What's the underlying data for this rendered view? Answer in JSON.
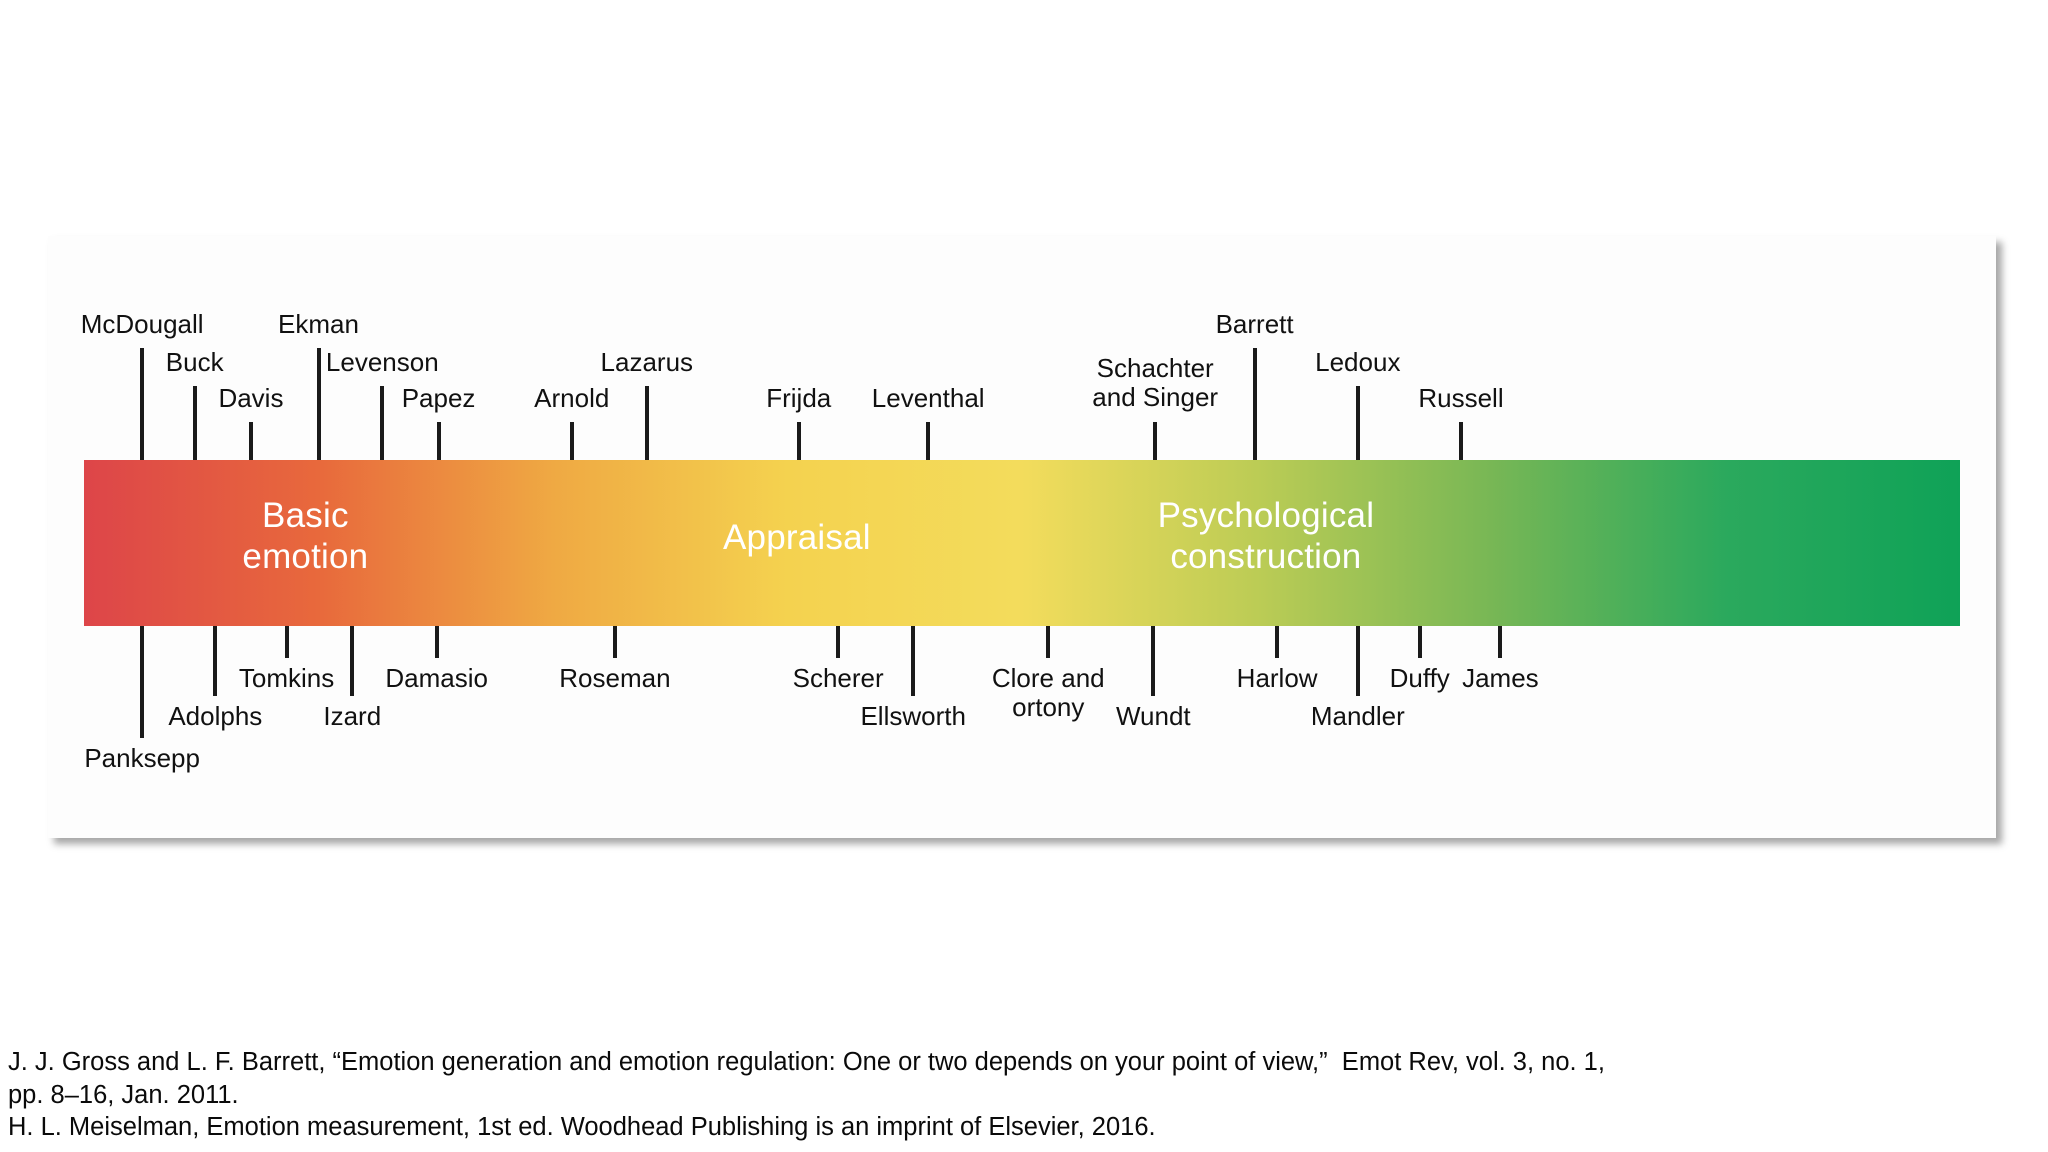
{
  "figure": {
    "bar_segments": [
      {
        "name": "basic-emotion",
        "label": "Basic\nemotion",
        "center_pct": 11.8,
        "color_start": "#e0474c",
        "color_end": "#e8673c"
      },
      {
        "name": "appraisal",
        "label": "Appraisal",
        "center_pct": 38.0,
        "color_start": "#f0c63f",
        "color_end": "#f2d24b"
      },
      {
        "name": "psychological-construction",
        "label": "Psychological\nconstruction",
        "center_pct": 63.0,
        "color_start": "#6fb255",
        "color_end": "#11a05a"
      }
    ],
    "gradient_colors": [
      "#dd4549",
      "#e8693c",
      "#efa943",
      "#f4d24f",
      "#f3dc5c",
      "#bccc55",
      "#78b755",
      "#2ba95d",
      "#0fa257"
    ],
    "top_entries": [
      {
        "label": "McDougall",
        "x_pct": 3.1,
        "tier": 1
      },
      {
        "label": "Buck",
        "x_pct": 5.9,
        "tier": 2
      },
      {
        "label": "Davis",
        "x_pct": 8.9,
        "tier": 3
      },
      {
        "label": "Ekman",
        "x_pct": 12.5,
        "tier": 1
      },
      {
        "label": "Levenson",
        "x_pct": 15.9,
        "tier": 2
      },
      {
        "label": "Papez",
        "x_pct": 18.9,
        "tier": 3
      },
      {
        "label": "Arnold",
        "x_pct": 26.0,
        "tier": 3
      },
      {
        "label": "Lazarus",
        "x_pct": 30.0,
        "tier": 2
      },
      {
        "label": "Frijda",
        "x_pct": 38.1,
        "tier": 3
      },
      {
        "label": "Leventhal",
        "x_pct": 45.0,
        "tier": 3
      },
      {
        "label": "Schachter\nand Singer",
        "x_pct": 57.1,
        "tier": 3
      },
      {
        "label": "Barrett",
        "x_pct": 62.4,
        "tier": 1
      },
      {
        "label": "Ledoux",
        "x_pct": 67.9,
        "tier": 2
      },
      {
        "label": "Russell",
        "x_pct": 73.4,
        "tier": 3
      }
    ],
    "bottom_entries": [
      {
        "label": "Panksepp",
        "x_pct": 3.1,
        "tier": 3
      },
      {
        "label": "Adolphs",
        "x_pct": 7.0,
        "tier": 2
      },
      {
        "label": "Tomkins",
        "x_pct": 10.8,
        "tier": 1
      },
      {
        "label": "Izard",
        "x_pct": 14.3,
        "tier": 2
      },
      {
        "label": "Damasio",
        "x_pct": 18.8,
        "tier": 1
      },
      {
        "label": "Roseman",
        "x_pct": 28.3,
        "tier": 1
      },
      {
        "label": "Scherer",
        "x_pct": 40.2,
        "tier": 1
      },
      {
        "label": "Ellsworth",
        "x_pct": 44.2,
        "tier": 2
      },
      {
        "label": "Clore and\nortony",
        "x_pct": 51.4,
        "tier": 1
      },
      {
        "label": "Wundt",
        "x_pct": 57.0,
        "tier": 2
      },
      {
        "label": "Harlow",
        "x_pct": 63.6,
        "tier": 1
      },
      {
        "label": "Mandler",
        "x_pct": 67.9,
        "tier": 2
      },
      {
        "label": "Duffy",
        "x_pct": 71.2,
        "tier": 1
      },
      {
        "label": "James",
        "x_pct": 75.5,
        "tier": 1
      }
    ]
  },
  "citations": {
    "line1": "J. J. Gross and L. F. Barrett, “Emotion generation and emotion regulation: One or two depends on your point of view,”  Emot Rev, vol. 3, no. 1,",
    "line2": "pp. 8–16, Jan. 2011.",
    "line3": "H. L. Meiselman, Emotion measurement, 1st ed. Woodhead Publishing is an imprint of Elsevier, 2016."
  }
}
